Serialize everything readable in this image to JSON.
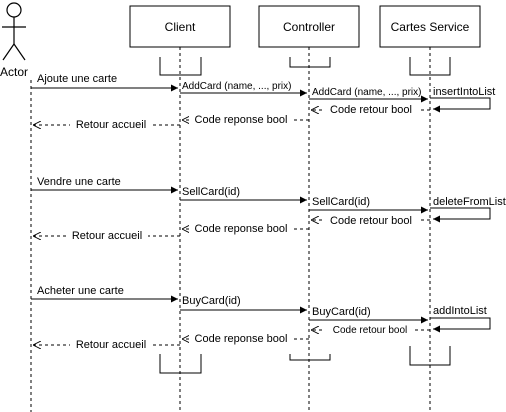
{
  "actor": {
    "label": "Actor"
  },
  "participants": {
    "client": "Client",
    "controller": "Controller",
    "service": "Cartes Service"
  },
  "flows": [
    {
      "actor_request": "Ajoute une carte",
      "client_call": "AddCard (name, ..., prix)",
      "controller_call": "AddCard (name, ..., prix)",
      "service_self_call": "insertIntoList",
      "service_return": "Code retour bool",
      "controller_return": "Code reponse bool",
      "client_return": "Retour accueil"
    },
    {
      "actor_request": "Vendre une carte",
      "client_call": "SellCard(id)",
      "controller_call": "SellCard(id)",
      "service_self_call": "deleteFromList",
      "service_return": "Code retour bool",
      "controller_return": "Code reponse bool",
      "client_return": "Retour accueil"
    },
    {
      "actor_request": "Acheter une carte",
      "client_call": "BuyCard(id)",
      "controller_call": "BuyCard(id)",
      "service_self_call": "addIntoList",
      "service_return": "Code retour bool",
      "controller_return": "Code reponse bool",
      "client_return": "Retour accueil"
    }
  ],
  "colors": {
    "line": "#000000",
    "background": "#ffffff"
  }
}
